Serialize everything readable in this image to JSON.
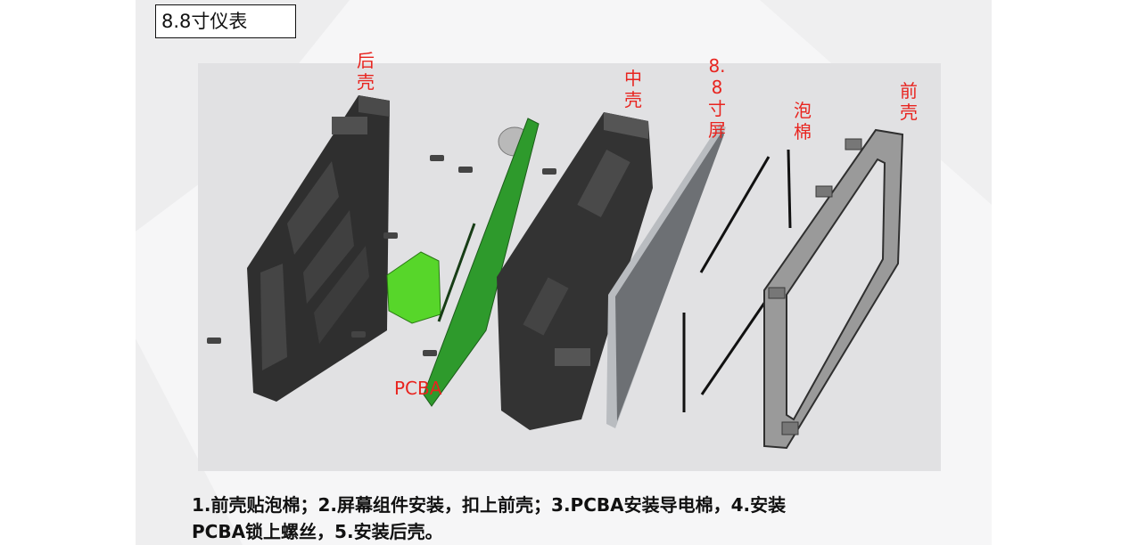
{
  "title": "8.8寸仪表",
  "labels": {
    "back_shell": "后壳",
    "middle_shell": "中壳",
    "screen": "8.8寸屏",
    "foam": "泡棉",
    "front_shell": "前壳",
    "pcba": "PCBA"
  },
  "instructions": {
    "line1": "1.前壳贴泡棉；2.屏幕组件安装，扣上前壳；3.PCBA安装导电棉，4.安装",
    "line2": "PCBA锁上螺丝，5.安装后壳。"
  },
  "colors": {
    "callout": "#e8241f",
    "pcb_green": "#2e9a2c",
    "connector_green": "#57d62a",
    "part_dark": "#3a3a3a"
  }
}
